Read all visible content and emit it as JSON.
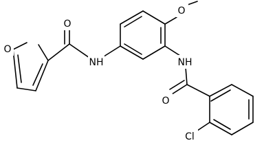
{
  "atoms": {
    "o_furan": "O",
    "o_amide_1": "O",
    "nh_1": "NH",
    "o_methoxy": "O",
    "nh_2": "NH",
    "o_amide_2": "O",
    "cl": "Cl"
  }
}
